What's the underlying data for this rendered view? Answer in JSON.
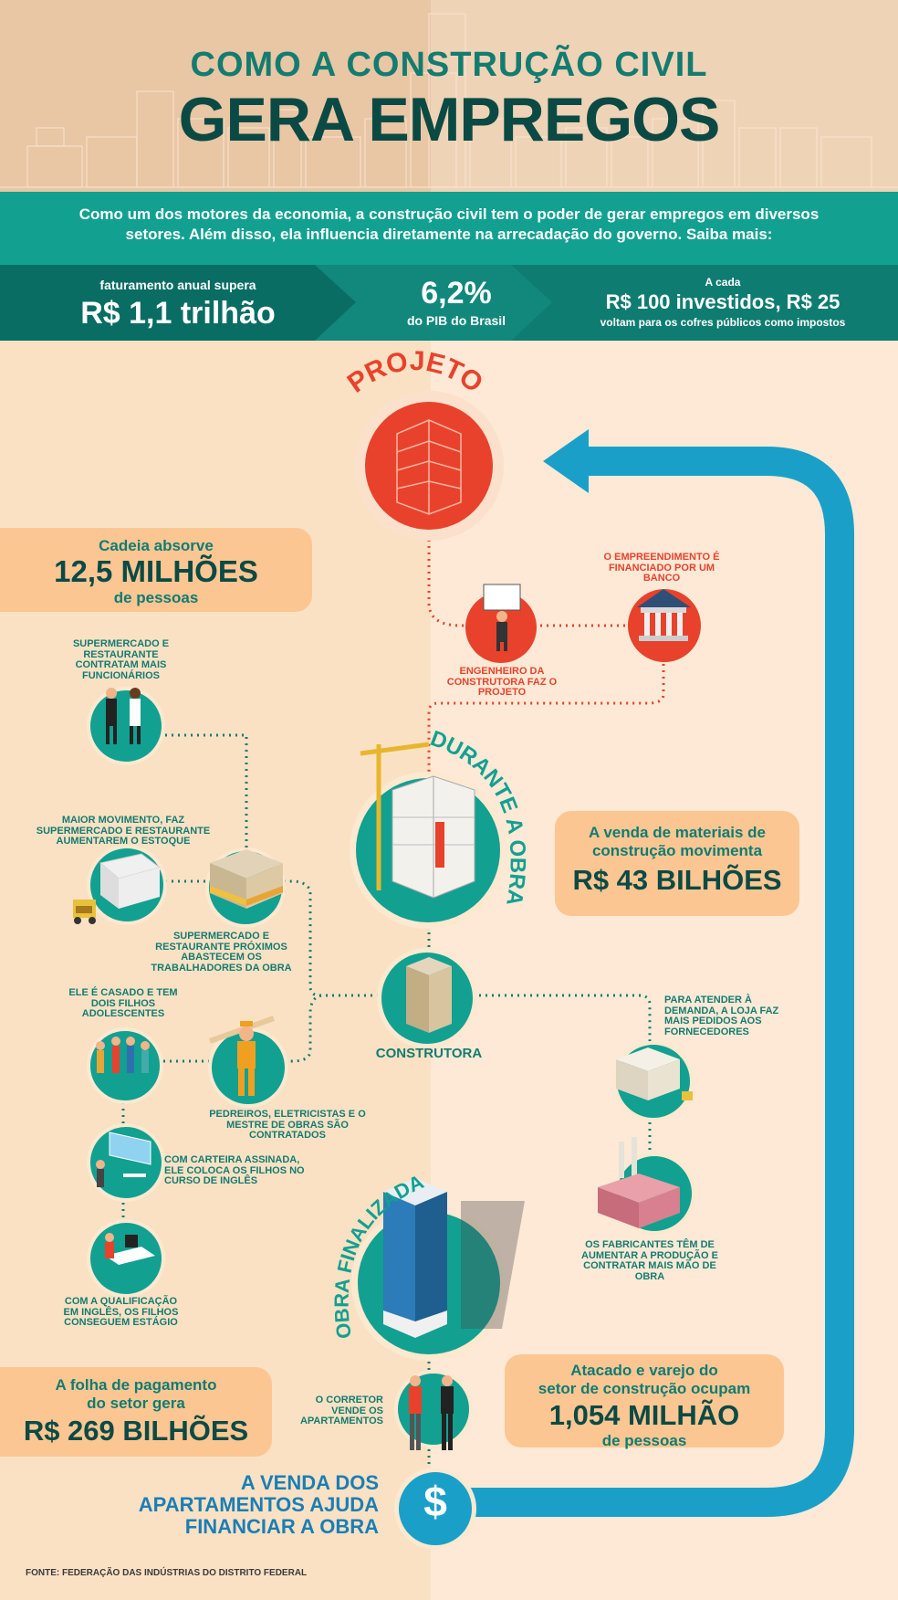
{
  "header": {
    "title_line1": "COMO A CONSTRUÇÃO CIVIL",
    "title_line2": "GERA EMPREGOS"
  },
  "intro": {
    "text": "Como um dos motores da economia, a construção civil tem o poder de gerar empregos em diversos setores.  Além disso, ela influencia diretamente na arrecadação do governo. Saiba mais:"
  },
  "stats": {
    "a_small": "faturamento anual supera",
    "a_big": "R$ 1,1 trilhão",
    "b_big": "6,2%",
    "b_small": "do PIB do Brasil",
    "c_small": "A cada",
    "c_mid": "R$ 100 investidos, R$ 25",
    "c_note": "voltam para os cofres públicos como  impostos"
  },
  "stages": {
    "projeto": "PROJETO",
    "durante": "DURANTE A OBRA",
    "finalizada": "OBRA FINALIZADA",
    "construtora": "CONSTRUTORA",
    "venda": "A VENDA DOS APARTAMENTOS AJUDA FINANCIAR A OBRA"
  },
  "boxes": {
    "cadeia_line1": "Cadeia absorve",
    "cadeia_big": "12,5 MILHÕES",
    "cadeia_line3": "de pessoas",
    "materiais_line1": "A venda de materiais de",
    "materiais_line2": "construção movimenta",
    "materiais_big": "R$ 43 BILHÕES",
    "folha_line1": "A folha de pagamento",
    "folha_line2": "do setor gera",
    "folha_big": "R$ 269 BILHÕES",
    "atacado_line1": "Atacado e varejo do",
    "atacado_line2": "setor de construção ocupam",
    "atacado_big": "1,054 MILHÃO",
    "atacado_line4": "de pessoas"
  },
  "labels": {
    "banco": "O EMPREENDIMENTO É FINANCIADO POR UM BANCO",
    "engenheiro": "ENGENHEIRO DA CONSTRUTORA FAZ O PROJETO",
    "super_contratam": "SUPERMERCADO E RESTAURANTE CONTRATAM MAIS FUNCIONÁRIOS",
    "maior_movimento": "MAIOR MOVIMENTO, FAZ SUPERMERCADO E RESTAURANTE AUMENTAREM O ESTOQUE",
    "super_abastecem": "SUPERMERCADO E RESTAURANTE PRÓXIMOS ABASTECEM OS TRABALHADORES DA OBRA",
    "casado": "ELE É CASADO E TEM DOIS FILHOS ADOLESCENTES",
    "pedreiros": "PEDREIROS, ELETRICISTAS E O MESTRE DE OBRAS SÃO CONTRATADOS",
    "carteira": "COM CARTEIRA ASSINADA, ELE COLOCA OS FILHOS NO CURSO DE INGLÊS",
    "qualificacao": "COM A QUALIFICAÇÃO EM INGLÊS, OS FILHOS CONSEGUEM ESTÁGIO",
    "loja": "PARA ATENDER À DEMANDA, A LOJA FAZ MAIS PEDIDOS AOS FORNECEDORES",
    "fabricantes": "OS FABRICANTES TÊM DE AUMENTAR A PRODUÇÃO E CONTRATAR MAIS MÃO DE OBRA",
    "corretor": "O CORRETOR VENDE OS APARTAMENTOS",
    "dollar": "$"
  },
  "footer": {
    "source": "FONTE: FEDERAÇÃO DAS INDÚSTRIAS DO DISTRITO FEDERAL"
  },
  "colors": {
    "teal": "#12a091",
    "dark_teal": "#0b4a44",
    "red": "#e8422c",
    "blue": "#1aa0c8",
    "peach": "#fcc693"
  }
}
